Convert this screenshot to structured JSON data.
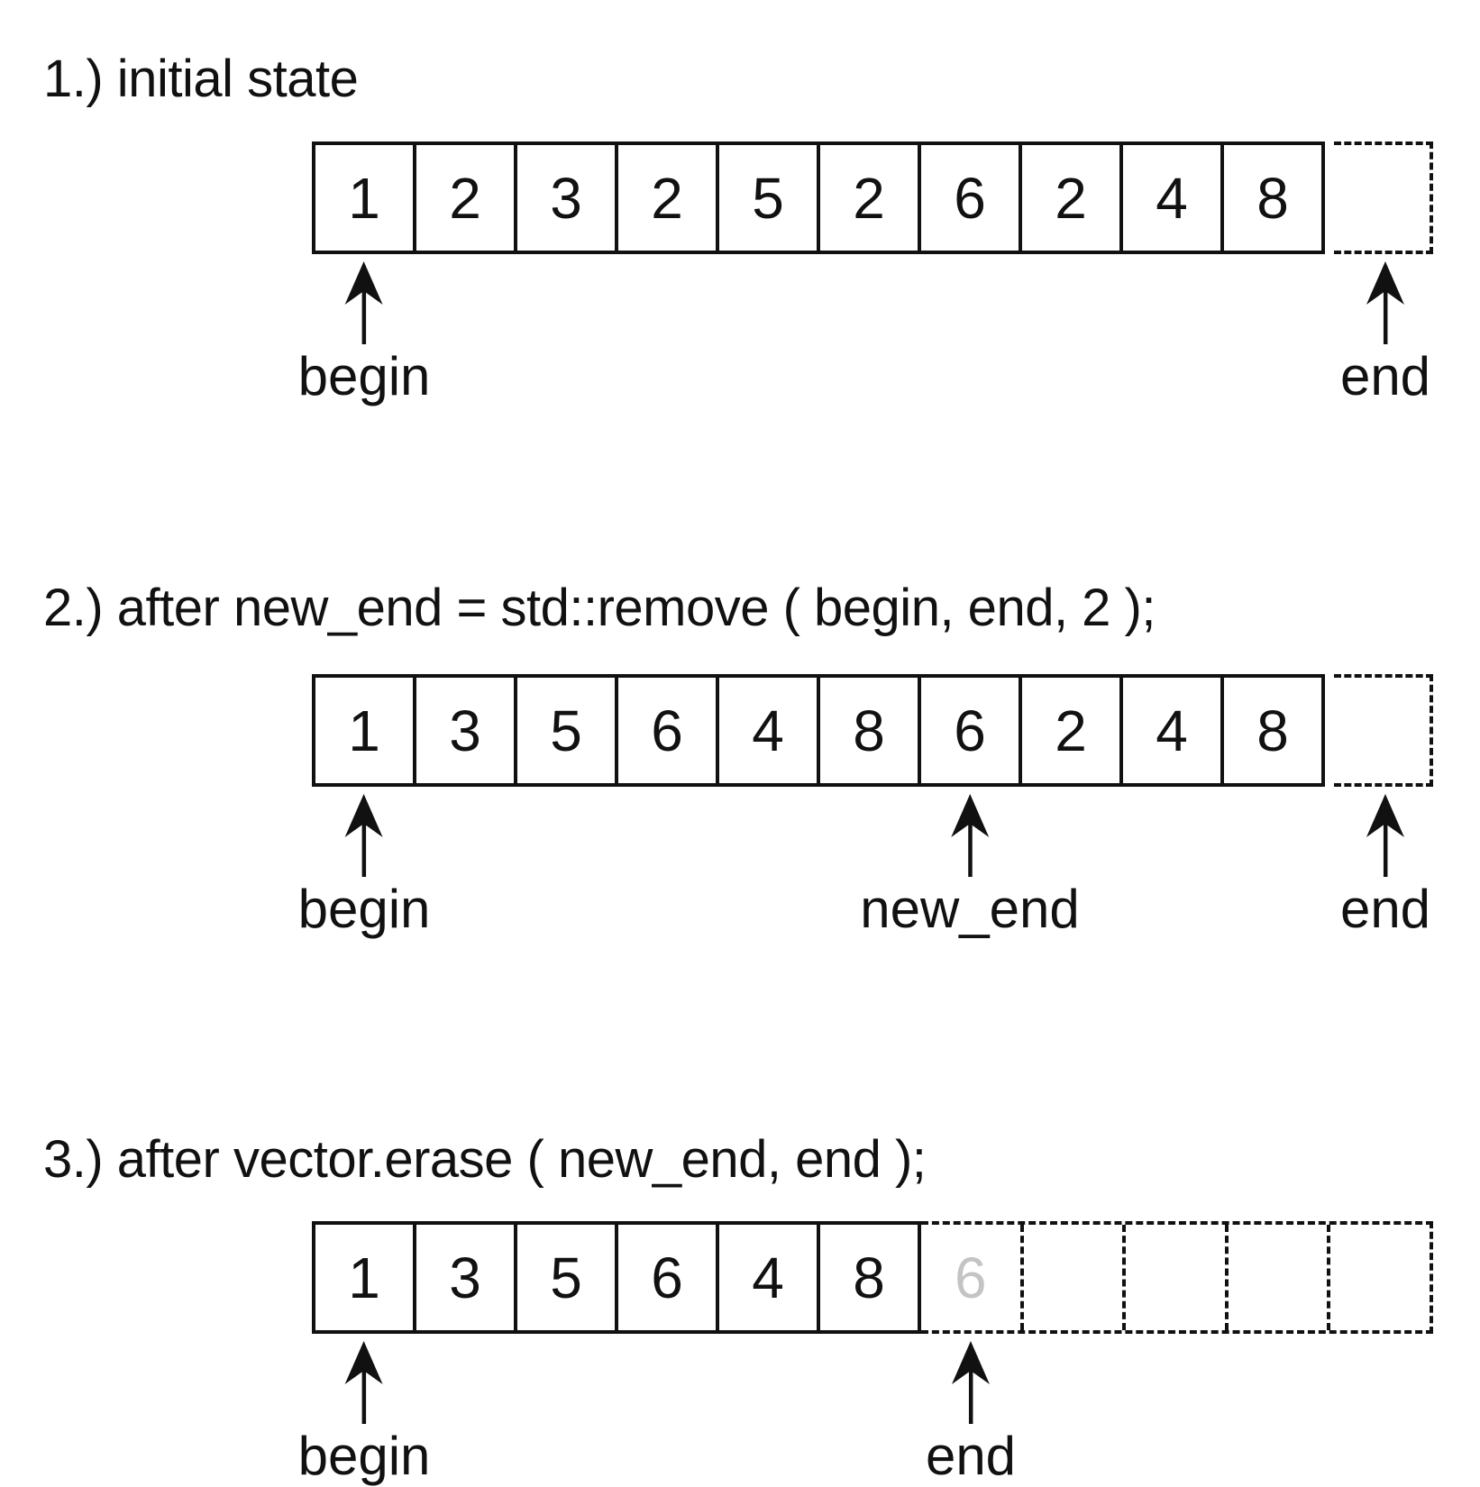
{
  "colors": {
    "ink": "#111111",
    "ghost": "#c4c4c4",
    "background": "#ffffff"
  },
  "sections": [
    {
      "title": "1.) initial state",
      "cells": [
        "1",
        "2",
        "3",
        "2",
        "5",
        "2",
        "6",
        "2",
        "4",
        "8"
      ],
      "dashed_cells": [
        ""
      ],
      "pointers": [
        {
          "label": "begin"
        },
        {
          "label": "end"
        }
      ]
    },
    {
      "title": "2.) after new_end = std::remove ( begin, end, 2 );",
      "cells": [
        "1",
        "3",
        "5",
        "6",
        "4",
        "8",
        "6",
        "2",
        "4",
        "8"
      ],
      "dashed_cells": [
        ""
      ],
      "pointers": [
        {
          "label": "begin"
        },
        {
          "label": "new_end"
        },
        {
          "label": "end"
        }
      ]
    },
    {
      "title": "3.) after vector.erase ( new_end, end );",
      "cells": [
        "1",
        "3",
        "5",
        "6",
        "4",
        "8"
      ],
      "dashed_cells": [
        "6",
        "",
        "",
        "",
        ""
      ],
      "pointers": [
        {
          "label": "begin"
        },
        {
          "label": "end"
        }
      ]
    }
  ]
}
